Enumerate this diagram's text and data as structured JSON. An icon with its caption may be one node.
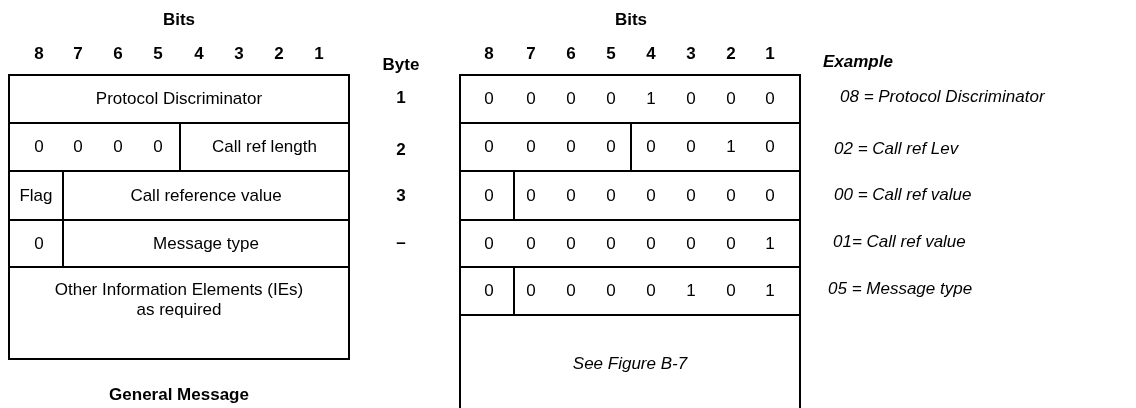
{
  "diagram": {
    "nodes": [
      {
        "text": [
          "Protocol Discriminator"
        ]
      },
      {
        "text": [
          "0",
          "0",
          "0",
          "0"
        ]
      },
      {
        "text": [
          "Call ref length"
        ]
      },
      {
        "text": [
          "Flag"
        ]
      },
      {
        "text": [
          "Call reference value"
        ]
      },
      {
        "text": [
          "0"
        ]
      },
      {
        "text": [
          "Message type"
        ]
      },
      {
        "text": [
          "Other Information Elements (IEs) as required"
        ]
      },
      {
        "text": [
          "0",
          "0",
          "0",
          "0",
          "1",
          "0",
          "0",
          "0"
        ]
      },
      {
        "text": [
          "0",
          "0",
          "0",
          "0"
        ]
      },
      {
        "text": [
          "0",
          "0",
          "1",
          "0"
        ]
      },
      {
        "text": [
          "0"
        ]
      },
      {
        "text": [
          "0",
          "0",
          "0",
          "0",
          "0",
          "0",
          "0"
        ]
      },
      {
        "text": [
          "0",
          "0",
          "0",
          "0",
          "0",
          "0",
          "0",
          "1"
        ]
      },
      {
        "text": [
          "0"
        ]
      },
      {
        "text": [
          "0",
          "0",
          "0",
          "0",
          "1",
          "0",
          "1"
        ]
      },
      {
        "text": [
          "See Figure B-7"
        ]
      }
    ],
    "labels": [
      "Bits",
      "Bits",
      "8",
      "7",
      "6",
      "5",
      "4",
      "3",
      "2",
      "1",
      "Byte",
      "8",
      "7",
      "6",
      "5",
      "4",
      "3",
      "2",
      "1",
      "Example",
      "1",
      "08 = Protocol Discriminator",
      "2",
      "02 = Call ref Lev",
      "3",
      "00 = Call ref value",
      "–",
      "01= Call ref value",
      "05 = Message type",
      "General Message"
    ]
  }
}
